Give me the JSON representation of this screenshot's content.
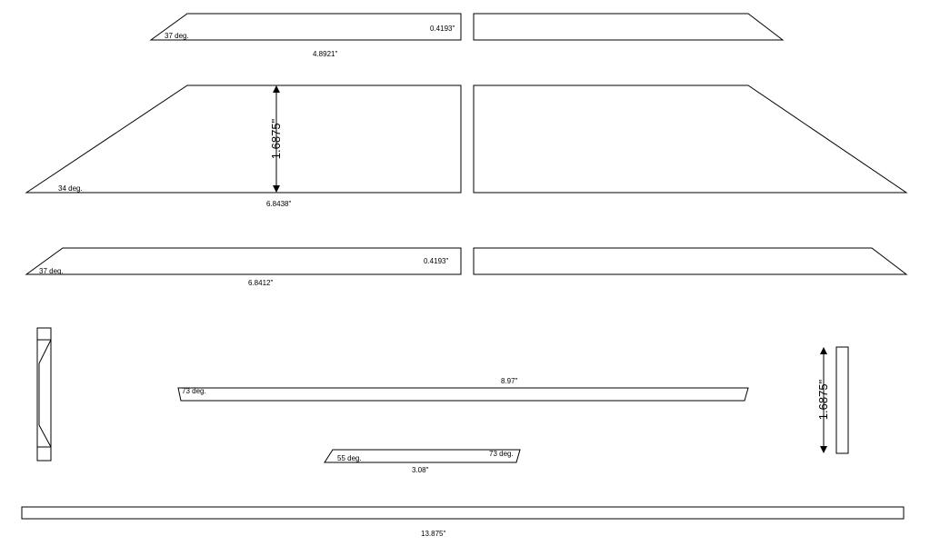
{
  "labels": {
    "top_angle": "37 deg.",
    "top_height": "0.4193\"",
    "top_length": "4.8921\"",
    "big_height": "1.6875\"",
    "big_angle": "34 deg.",
    "big_length": "6.8438\"",
    "mid_angle": "37 deg.",
    "mid_height": "0.4193\"",
    "mid_length": "6.8412\"",
    "long_angle": "73 deg.",
    "long_length": "8.97\"",
    "small_angle_left": "55 deg.",
    "small_angle_right": "73 deg.",
    "small_length": "3.08\"",
    "side_height": "1.6875\"",
    "base_length": "13.875\""
  },
  "colors": {
    "line": "#000000",
    "background": "#ffffff"
  }
}
